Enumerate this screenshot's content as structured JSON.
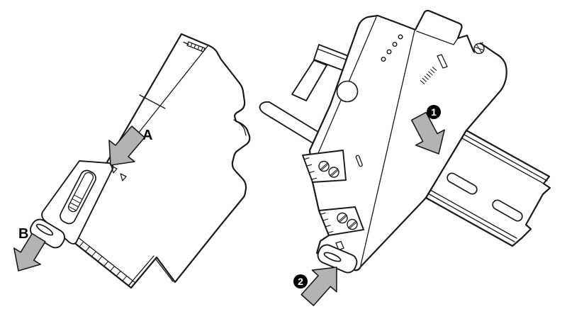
{
  "page": {
    "background": "#ffffff"
  },
  "palette": {
    "line": "#1a1a1a",
    "arrow_fill": "#b3b3b3",
    "arrow_outline": "#1a1a1a",
    "badge_fill": "#000000",
    "badge_text": "#ffffff",
    "label_text": "#000000"
  },
  "left_figure": {
    "description": "DIN-rail module side view, release procedure",
    "arrow_a_label": "A",
    "arrow_b_label": "B"
  },
  "right_figure": {
    "description": "Module mounting onto DIN rail",
    "step1_badge": "1",
    "step2_badge": "2"
  }
}
